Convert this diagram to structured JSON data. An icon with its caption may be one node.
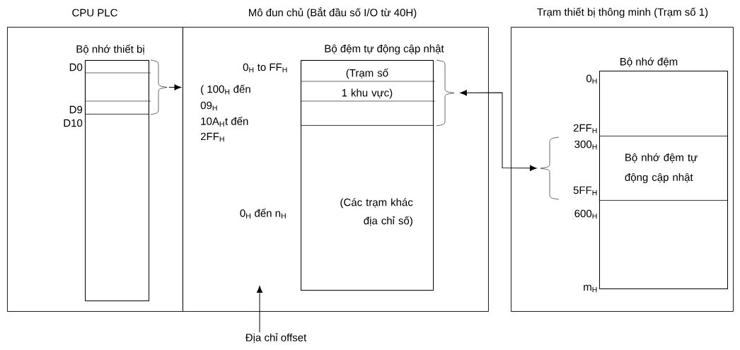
{
  "diagram": {
    "nodes": [
      {
        "text": [
          "CPU PLC"
        ]
      },
      {
        "text": [
          "Bộ nhớ thiết bị"
        ],
        "in": 0
      },
      {
        "text": [],
        "shape": "box",
        "in": 1
      },
      {
        "text": [
          "Mô đun chủ (Bắt đầu số I/O từ 40H)"
        ]
      },
      {
        "text": [
          "Bộ đệm tự động cập nhật"
        ],
        "in": 3
      },
      {
        "text": [
          "(Trạm số 1 khu vực)"
        ],
        "in": 4
      },
      {
        "text": [
          "0$_{H}$ đến n$_{H}$"
        ],
        "in": 3
      },
      {
        "text": [
          "Trạm thiết bị thông minh (Trạm số 1)"
        ]
      },
      {
        "text": [
          "Bộ nhớ đệm"
        ],
        "in": 7
      },
      {
        "text": [
          "Bộ nhớ đệm tự động cập nhật"
        ],
        "in": 8
      },
      {
        "text": [
          "Địa chỉ offset"
        ]
      }
    ],
    "edges": [
      {
        "from": 2,
        "to": 3,
        "arrow": "to"
      },
      {
        "from": 5,
        "to": 9,
        "arrow": "both"
      },
      {
        "from": 10,
        "to": null,
        "arrow": "to"
      }
    ],
    "labels": [
      "D0",
      "D9",
      "D10",
      "0$_{H}$ to FF$_{H}$",
      "( 100$_{H}$ đến",
      "09$_{H}$",
      "10A$_{H}$t đến",
      "2FF$_{H}$",
      "(Các trạm khác địa chỉ số)",
      "0$_{H}$",
      "2FF$_{H}$",
      "300$_{H}$",
      "5FF$_{H}$",
      "600$_{H}$",
      "m$_{H}$"
    ]
  }
}
